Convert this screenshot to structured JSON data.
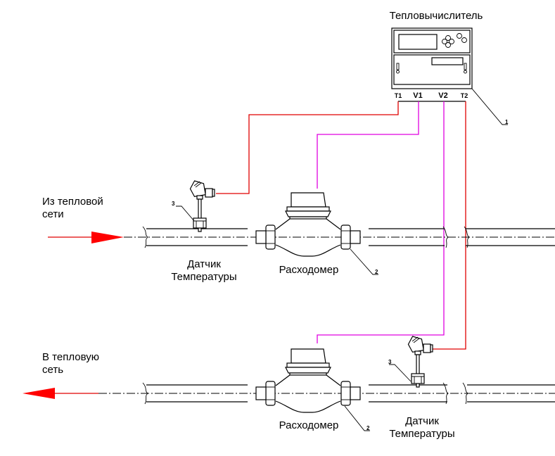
{
  "title": "Тепловычислитель",
  "calculator": {
    "label": "Тепловычислитель",
    "callout": "1",
    "terminals": [
      {
        "id": "T1",
        "label": "T1"
      },
      {
        "id": "V1",
        "label": "V1"
      },
      {
        "id": "V2",
        "label": "V2"
      },
      {
        "id": "T2",
        "label": "T2"
      }
    ]
  },
  "supply_line": {
    "label_line1": "Из тепловой",
    "label_line2": "сети",
    "sensor_label_line1": "Датчик",
    "sensor_label_line2": "Температуры",
    "sensor_callout": "3",
    "meter_label": "Расходомер",
    "meter_callout": "2"
  },
  "return_line": {
    "label_line1": "В тепловую",
    "label_line2": "сеть",
    "sensor_label_line1": "Датчик",
    "sensor_label_line2": "Температуры",
    "sensor_callout": "3",
    "meter_label": "Расходомер",
    "meter_callout": "2"
  },
  "colors": {
    "temperature_wire": "#e00000",
    "flow_wire": "#e000e0",
    "flow_arrow": "#ff0000"
  }
}
